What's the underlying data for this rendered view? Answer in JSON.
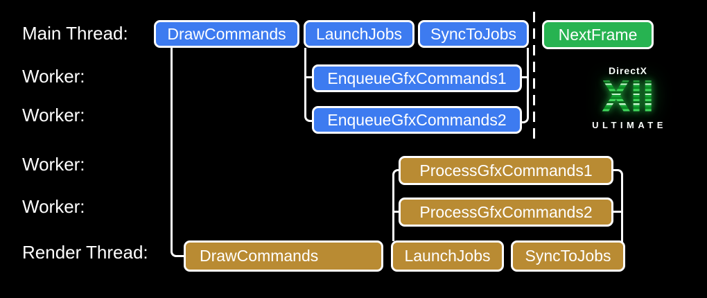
{
  "colors": {
    "background": "#000000",
    "main_thread_box": "#3D7BF0",
    "render_thread_box": "#B98B33",
    "next_frame_box": "#27B351",
    "connector_line": "#FFFFFF",
    "logo_green": "#2EC94A"
  },
  "row_labels": [
    {
      "label": "Main Thread:"
    },
    {
      "label": "Worker:"
    },
    {
      "label": "Worker:"
    },
    {
      "label": "Worker:"
    },
    {
      "label": "Worker:"
    },
    {
      "label": "Render Thread:"
    }
  ],
  "main_thread": {
    "draw": "DrawCommands",
    "launch": "LaunchJobs",
    "sync": "SyncToJobs",
    "next_frame": "NextFrame"
  },
  "workers": {
    "enqueue1": "EnqueueGfxCommands1",
    "enqueue2": "EnqueueGfxCommands2",
    "process1": "ProcessGfxCommands1",
    "process2": "ProcessGfxCommands2"
  },
  "render_thread": {
    "draw": "DrawCommands",
    "launch": "LaunchJobs",
    "sync": "SyncToJobs"
  },
  "logo": {
    "brand": "DirectX",
    "numeral": "XII",
    "tier": "ULTIMATE"
  }
}
